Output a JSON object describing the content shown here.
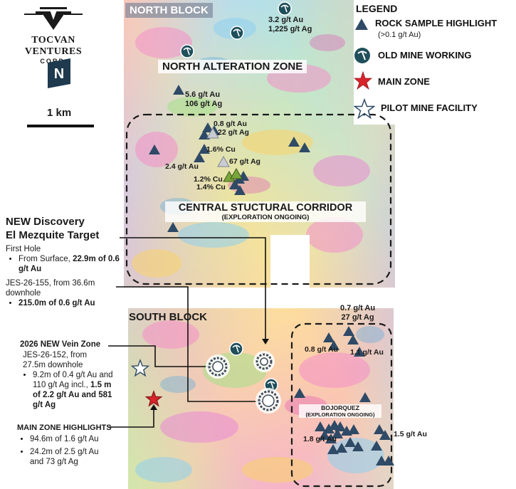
{
  "company": {
    "name": "TOCVAN VENTURES",
    "suffix": "CORP."
  },
  "north_arrow": "N",
  "scale_bar": "1 km",
  "legend": {
    "title": "LEGEND",
    "items": [
      {
        "icon": "triangle-icon",
        "label": "ROCK SAMPLE HIGHLIGHT",
        "sub": "(>0.1 g/t Au)"
      },
      {
        "icon": "pickaxe-icon",
        "label": "OLD MINE WORKING"
      },
      {
        "icon": "red-star-icon",
        "label": "MAIN ZONE"
      },
      {
        "icon": "white-star-icon",
        "label": "PILOT MINE FACILITY"
      }
    ]
  },
  "zones": {
    "north_block": "NORTH BLOCK",
    "north_alteration": "NORTH ALTERATION ZONE",
    "central_corridor": "CENTRAL STUCTURAL CORRIDOR",
    "central_sub": "(EXPLORATION ONGOING)",
    "south_block": "SOUTH BLOCK",
    "bojorquez": "BOJORQUEZ",
    "bojorquez_sub": "(EXPLORATION ONGOING)"
  },
  "samples": {
    "s1": [
      "3.2 g/t Au",
      "1,225 g/t Ag"
    ],
    "s2": [
      "5.6 g/t Au",
      "106 g/t Ag"
    ],
    "s3": [
      "0.8 g/t Au",
      "22 g/t Ag"
    ],
    "s4": "1.6% Cu",
    "s5": "2.4 g/t Au",
    "s6": "67 g/t Ag",
    "s7": "1.2% Cu",
    "s8": "1.4% Cu",
    "s9": [
      "0.7 g/t Au",
      "27 g/t Ag"
    ],
    "s10": "0.8 g/t Au",
    "s11": "1.1 g/t Au",
    "s12": "1.8 g/t Au",
    "s13": "1.5 g/t Au"
  },
  "annotations": {
    "discovery": {
      "title1": "NEW Discovery",
      "title2": "El Mezquite Target",
      "first_hole": "First Hole",
      "b1_pre": "From Surface, ",
      "b1_bold": "22.9m of 0.6 g/t Au",
      "hole2_line1": "JES-26-155, from 36.6m",
      "hole2_line2": "downhole",
      "b2_bold": "215.0m of 0.6 g/t Au"
    },
    "vein": {
      "title": "2026 NEW Vein Zone",
      "line1": "JES-26-152, from",
      "line2": "27.5m downhole",
      "b1": "9.2m of 0.4 g/t Au and 110 g/t Ag incl.,",
      "b1_bold": "1.5 m of 2.2 g/t Au and 581 g/t Ag"
    },
    "main": {
      "title": "MAIN ZONE HIGHLIGHTS",
      "b1": "94.6m of 1.6 g/t Au",
      "b2": "24.2m of 2.5 g/t Au and 73 g/t Ag"
    }
  },
  "colors": {
    "triangle": "#2e4a66",
    "accent": "#d9232a",
    "teal": "#1f4f5a"
  }
}
